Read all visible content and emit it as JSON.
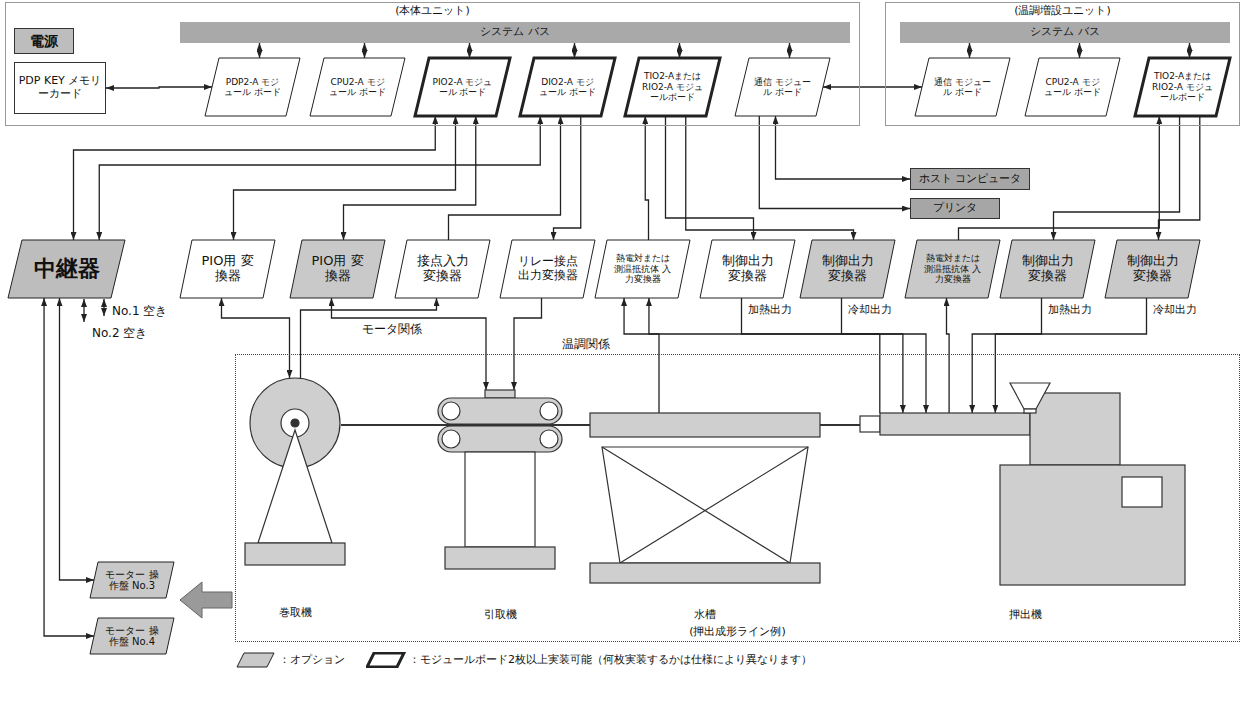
{
  "diagram": {
    "nodes": [
      {
        "text": [
          "(本体ユニット)"
        ]
      },
      {
        "text": [
          "電源"
        ],
        "in": 0
      },
      {
        "text": [
          "システム バス"
        ],
        "in": 0
      },
      {
        "text": [
          "PDP KEY メモリーカード"
        ],
        "in": 0
      },
      {
        "text": [
          "PDP2-A モジュール ボード"
        ],
        "in": 0
      },
      {
        "text": [
          "CPU2-A モジュール ボード"
        ],
        "in": 0
      },
      {
        "text": [
          "PIO2-A モジュール ボード"
        ],
        "in": 0
      },
      {
        "text": [
          "DIO2-A モジュール ボード"
        ],
        "in": 0
      },
      {
        "text": [
          "TIO2-Aまたは RIO2-A モジュールボード"
        ],
        "in": 0
      },
      {
        "text": [
          "通信 モジュール ボード"
        ],
        "in": 0
      },
      {
        "text": [
          "(温調増設ユニット)"
        ]
      },
      {
        "text": [
          "システム バス"
        ],
        "in": 10
      },
      {
        "text": [
          "通信 モジュール ボード"
        ],
        "in": 10
      },
      {
        "text": [
          "CPU2-A モジュール ボード"
        ],
        "in": 10
      },
      {
        "text": [
          "TIO2-Aまたは RIO2-A モジュールボード"
        ],
        "in": 10
      },
      {
        "text": [
          "ホスト コンピュータ"
        ]
      },
      {
        "text": [
          "プリンタ"
        ]
      },
      {
        "text": [
          "中継器"
        ]
      },
      {
        "text": [
          "PIO用 変換器"
        ]
      },
      {
        "text": [
          "PIO用 変換器"
        ]
      },
      {
        "text": [
          "接点入力 変換器"
        ]
      },
      {
        "text": [
          "リレー接点 出力変換器"
        ]
      },
      {
        "text": [
          "熱電対または 測温抵抗体 入力変換器"
        ]
      },
      {
        "text": [
          "制御出力 変換器"
        ]
      },
      {
        "text": [
          "制御出力 変換器"
        ]
      },
      {
        "text": [
          "熱電対または 測温抵抗体 入力変換器"
        ]
      },
      {
        "text": [
          "制御出力 変換器"
        ]
      },
      {
        "text": [
          "制御出力 変換器"
        ]
      },
      {
        "text": [
          "(押出成形ライン例)"
        ]
      },
      {
        "text": [
          "巻取機"
        ],
        "in": 28
      },
      {
        "text": [
          "引取機"
        ],
        "in": 28
      },
      {
        "text": [
          "水槽"
        ],
        "in": 28
      },
      {
        "text": [
          "押出機"
        ],
        "in": 28
      },
      {
        "text": [
          "モーター 操作盤 No.3"
        ]
      },
      {
        "text": [
          "モーター 操作盤 No.4"
        ]
      }
    ],
    "edges": [
      {
        "from": 2,
        "to": 4,
        "arrow": "both"
      },
      {
        "from": 2,
        "to": 5,
        "arrow": "both"
      },
      {
        "from": 2,
        "to": 6,
        "arrow": "both"
      },
      {
        "from": 2,
        "to": 7,
        "arrow": "both"
      },
      {
        "from": 2,
        "to": 8,
        "arrow": "both"
      },
      {
        "from": 2,
        "to": 9,
        "arrow": "both"
      },
      {
        "from": 11,
        "to": 12,
        "arrow": "both"
      },
      {
        "from": 11,
        "to": 13,
        "arrow": "both"
      },
      {
        "from": 11,
        "to": 14,
        "arrow": "both"
      },
      {
        "from": 3,
        "to": 4,
        "arrow": "both"
      },
      {
        "from": 9,
        "to": 12,
        "arrow": "both"
      },
      {
        "from": 9,
        "to": 15,
        "arrow": "both"
      },
      {
        "from": 9,
        "to": 16,
        "arrow": "to"
      },
      {
        "from": 6,
        "to": 17,
        "arrow": "both"
      },
      {
        "from": 7,
        "to": 17,
        "arrow": "both"
      },
      {
        "from": 6,
        "to": 18,
        "arrow": "both"
      },
      {
        "from": 6,
        "to": 19,
        "arrow": "both"
      },
      {
        "from": 20,
        "to": 7,
        "arrow": "to"
      },
      {
        "from": 7,
        "to": 21,
        "arrow": "to"
      },
      {
        "from": 22,
        "to": 8,
        "arrow": "to"
      },
      {
        "from": 8,
        "to": 23,
        "arrow": "to"
      },
      {
        "from": 8,
        "to": 24,
        "arrow": "to"
      },
      {
        "from": 25,
        "to": 14,
        "arrow": "to"
      },
      {
        "from": 14,
        "to": 26,
        "arrow": "to"
      },
      {
        "from": 14,
        "to": 27,
        "arrow": "to"
      },
      {
        "from": 18,
        "to": 29,
        "arrow": "both"
      },
      {
        "from": 19,
        "to": 30,
        "arrow": "both"
      },
      {
        "from": 29,
        "to": 20,
        "arrow": "to"
      },
      {
        "from": 21,
        "to": 30,
        "arrow": "to"
      },
      {
        "from": 32,
        "to": 22,
        "arrow": "to"
      },
      {
        "from": 23,
        "to": 32,
        "label": "加熱出力",
        "arrow": "to"
      },
      {
        "from": 24,
        "to": 32,
        "label": "冷却出力",
        "arrow": "to"
      },
      {
        "from": 32,
        "to": 25,
        "arrow": "to"
      },
      {
        "from": 26,
        "to": 32,
        "label": "加熱出力",
        "arrow": "to"
      },
      {
        "from": 27,
        "to": 32,
        "label": "冷却出力",
        "arrow": "to"
      },
      {
        "from": 31,
        "to": 22,
        "arrow": "to"
      },
      {
        "from": 17,
        "to": 33,
        "arrow": "both"
      },
      {
        "from": 17,
        "to": 34,
        "arrow": "both"
      }
    ],
    "labels": [
      "No.1 空き",
      "No.2 空き",
      "モータ関係",
      "温調関係"
    ],
    "legend": [
      {
        "text": "：オプション",
        "color": "#c9c9c9"
      },
      {
        "text": "：モジュールボード2枚以上実装可能（何枚実装するかは仕様により異なります）"
      }
    ]
  }
}
